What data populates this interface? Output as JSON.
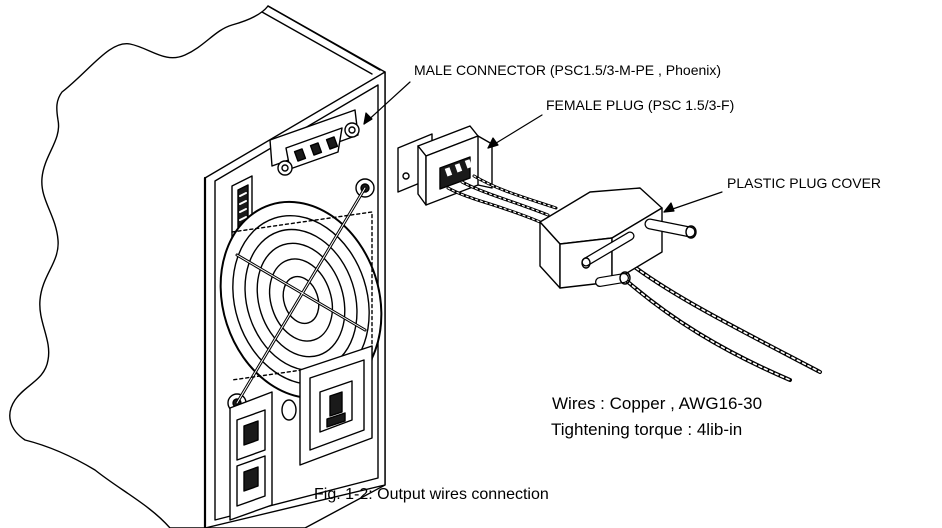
{
  "labels": {
    "male_connector": "MALE CONNECTOR (PSC1.5/3-M-PE , Phoenix)",
    "female_plug": "FEMALE PLUG (PSC 1.5/3-F)",
    "plastic_plug_cover": "PLASTIC PLUG COVER"
  },
  "notes": {
    "wires": "Wires : Copper , AWG16-30",
    "torque": "Tightening torque : 4lib-in"
  },
  "caption": "Fig. 1-2: Output wires connection",
  "colors": {
    "line": "#000000",
    "background": "#ffffff",
    "fill_light": "#ffffff",
    "fill_dark": "#1a1a1a",
    "shadow": "#e6e6e6"
  }
}
